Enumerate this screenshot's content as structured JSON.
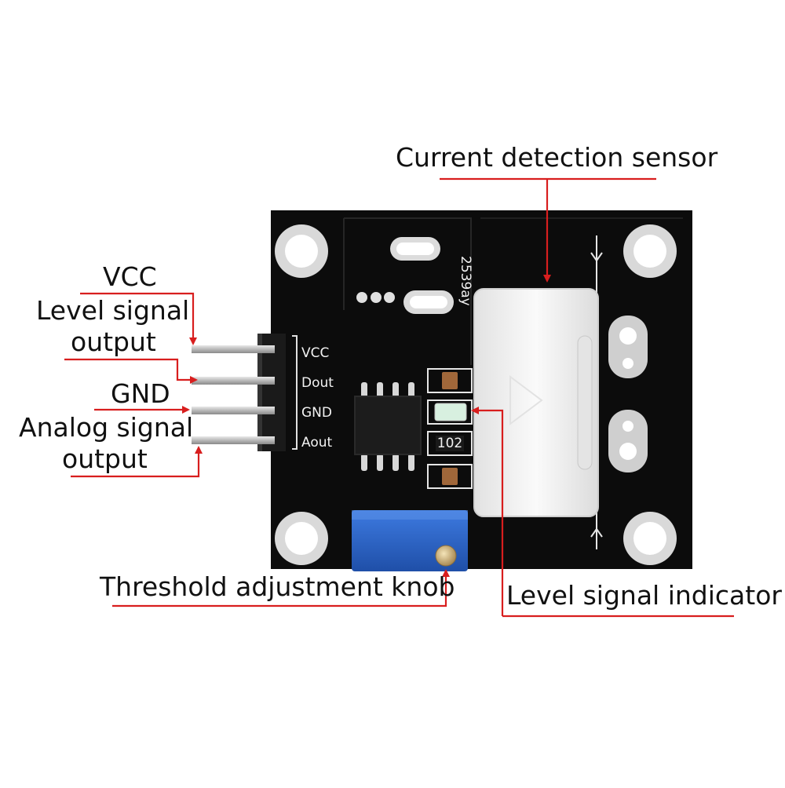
{
  "labels": {
    "current_sensor": "Current detection sensor",
    "vcc": "VCC",
    "level_output_line1": "Level signal",
    "level_output_line2": "output",
    "gnd": "GND",
    "analog_output_line1": "Analog signal",
    "analog_output_line2": "output",
    "threshold_knob": "Threshold adjustment knob",
    "level_indicator": "Level signal indicator"
  },
  "board_silkscreen": {
    "pins": [
      "VCC",
      "Dout",
      "GND",
      "Aout"
    ],
    "sensor_code": "2539ay",
    "resistor_code": "102"
  },
  "colors": {
    "arrow": "#d81e1e",
    "pcb": "#0c0c0c",
    "sensor_body": "#f4f4f4",
    "potentiometer": "#2a62c4",
    "indicator_led": "#d8f0e0"
  }
}
